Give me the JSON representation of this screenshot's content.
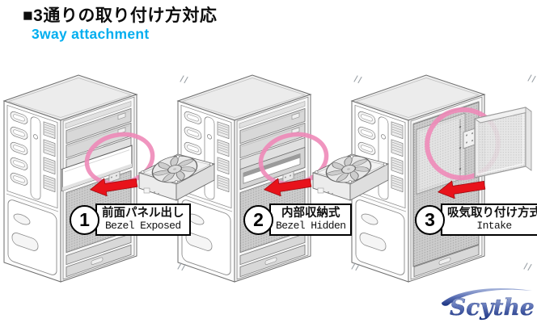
{
  "header": {
    "title_jp": "■3通りの取り付け方対応",
    "subtitle_en": "3way attachment"
  },
  "methods": [
    {
      "number": "1",
      "label_jp": "前面パネル出し",
      "label_en": "Bezel Exposed",
      "variant": "bezel-exposed"
    },
    {
      "number": "2",
      "label_jp": "内部収納式",
      "label_en": "Bezel Hidden",
      "variant": "bezel-hidden"
    },
    {
      "number": "3",
      "label_jp": "吸気取り付け方式",
      "label_en": "Intake",
      "variant": "intake"
    }
  ],
  "illustration": {
    "icons": [
      {
        "name": "insert-arrow-icon",
        "meaning": "fan insertion direction",
        "glyph": "⬅"
      },
      {
        "name": "highlight-ellipse",
        "meaning": "mounting position highlight"
      },
      {
        "name": "pc-tower-illustration",
        "meaning": "computer case line drawing"
      },
      {
        "name": "bay-fan-unit-illustration",
        "meaning": "5.25 inch bay fan unit"
      },
      {
        "name": "intake-duct-illustration",
        "meaning": "front intake filter box"
      }
    ]
  },
  "logo": {
    "text": "Scythe"
  },
  "colors": {
    "accent_cyan": "#00aeef",
    "arrow_red": "#e8131b",
    "arrow_red_dark": "#9e0d12",
    "highlight_pink": "#ee8ab8"
  }
}
